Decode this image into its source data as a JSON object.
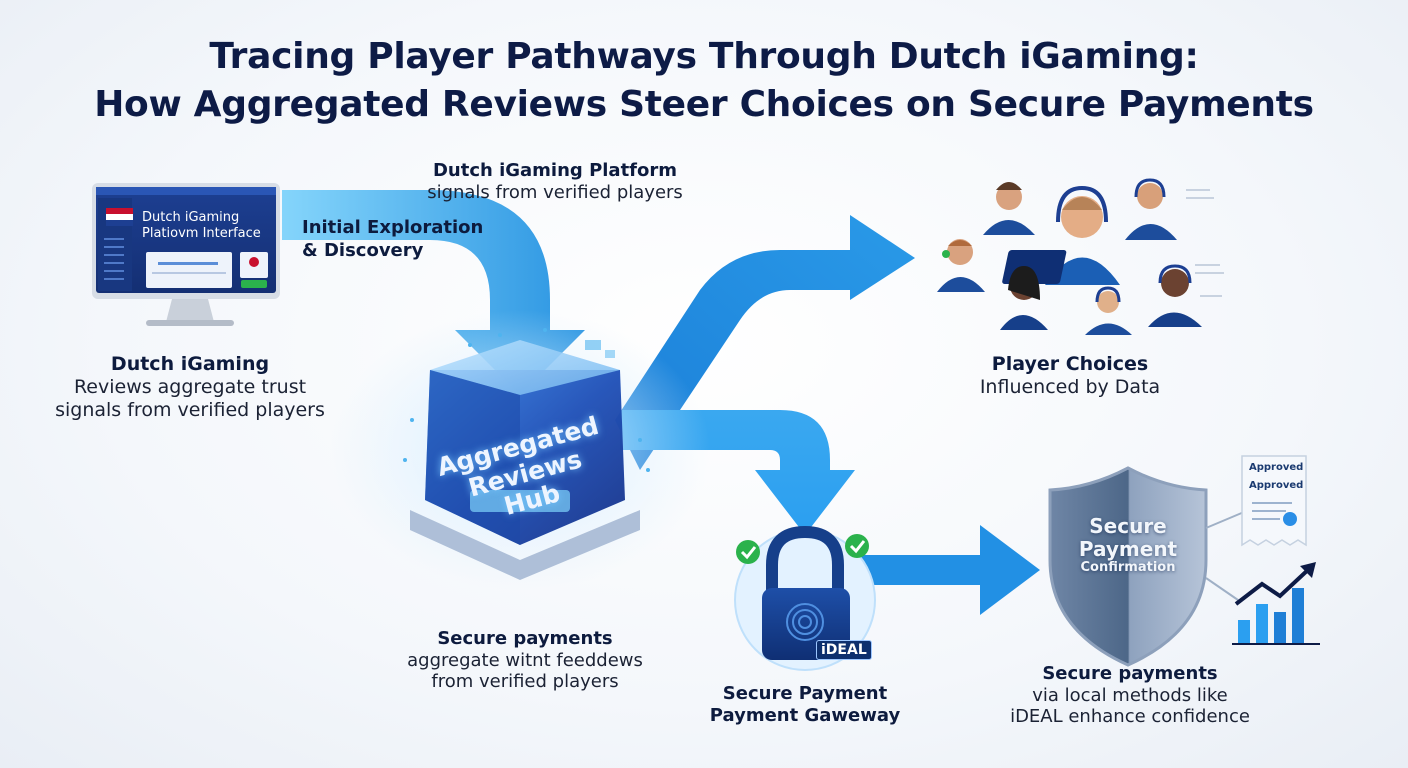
{
  "title": {
    "line1": "Tracing Player Pathways Through Dutch iGaming:",
    "line2": "How Aggregated Reviews Steer Choices on Secure Payments"
  },
  "platform": {
    "screen_line1": "Dutch iGaming",
    "screen_line2": "Platiovm Interface",
    "label_heading": "Dutch iGaming",
    "label_line1": "Reviews aggregate trust",
    "label_line2": "signals from verified players"
  },
  "arrow_exploration": {
    "line1": "Initial Exploration",
    "line2": "& Discovery"
  },
  "top_label": {
    "heading": "Dutch iGaming Platform",
    "line1": "signals from verified players"
  },
  "hub": {
    "line1": "Aggregated",
    "line2": "Reviews Hub",
    "label_heading": "Secure payments",
    "label_line1": "aggregate witnt feeddews",
    "label_line2": "from verified players"
  },
  "players": {
    "label_heading": "Player Choices",
    "label_line1": "Influenced by Data"
  },
  "gateway": {
    "badge": "iDEAL",
    "label_heading": "Secure Payment",
    "label_line1": "Payment Gaweway"
  },
  "shield": {
    "line1": "Secure",
    "line2": "Payment",
    "line3": "Confirmation",
    "doc_line1": "Approved",
    "doc_line2": "Approved",
    "label_heading": "Secure payments",
    "label_line1": "via local methods like",
    "label_line2": "iDEAL enhance confidence"
  },
  "colors": {
    "navy": "#0d1b46",
    "arrow_light": "#3fb6f2",
    "arrow_dark": "#1e7fd6",
    "check_green": "#2bb24c"
  }
}
